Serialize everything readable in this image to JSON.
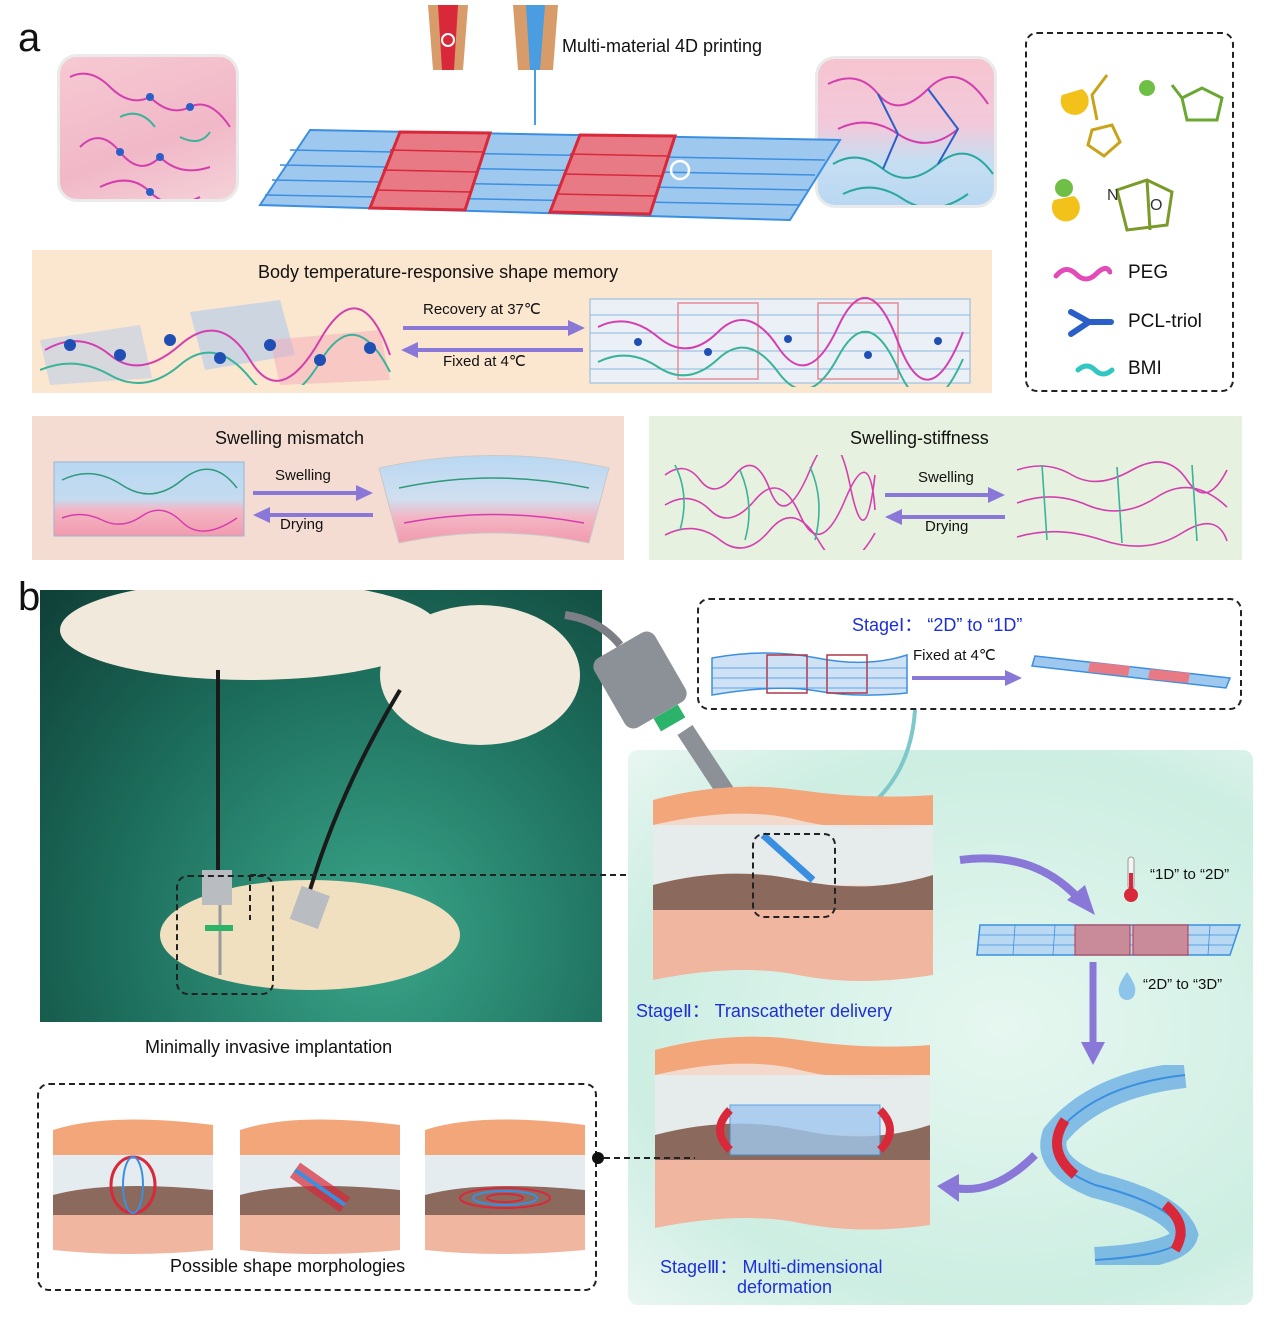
{
  "panel_a": {
    "letter": "a",
    "printing_label": "Multi-material 4D printing",
    "shape_memory": {
      "title": "Body temperature-responsive shape memory",
      "forward": "Recovery at 37℃",
      "backward": "Fixed at 4℃"
    },
    "swelling_mismatch": {
      "title": "Swelling mismatch",
      "forward": "Swelling",
      "backward": "Drying"
    },
    "swelling_stiffness": {
      "title": "Swelling-stiffness",
      "forward": "Swelling",
      "backward": "Drying"
    },
    "legend": {
      "items": [
        {
          "label": "PEG",
          "color": "#e24bb8"
        },
        {
          "label": "PCL-triol",
          "color": "#2a5fc7"
        },
        {
          "label": "BMI",
          "color": "#2fc7c0"
        }
      ]
    }
  },
  "panel_b": {
    "letter": "b",
    "implant_caption": "Minimally invasive implantation",
    "stage1": {
      "title": "StageⅠ： “2D” to “1D”",
      "arrow": "Fixed at 4℃"
    },
    "stage2": {
      "title": "StageⅡ： Transcatheter delivery"
    },
    "stage3": {
      "title_line1": "StageⅢ： Multi-dimensional",
      "title_line2": "deformation"
    },
    "step_1d_2d": "“1D” to “2D”",
    "step_2d_3d": "“2D” to “3D”",
    "morph_caption": "Possible shape morphologies"
  },
  "colors": {
    "blue": "#3b8fe0",
    "red": "#d8283a",
    "arrow": "#8a78d8",
    "stage_text": "#1d2fd8",
    "shape_memory_bg": "#fbe6cf",
    "mismatch_bg": "#f4dcd2",
    "stiffness_bg": "#e7f1df",
    "tissue_bg": "#d8f0e8"
  }
}
